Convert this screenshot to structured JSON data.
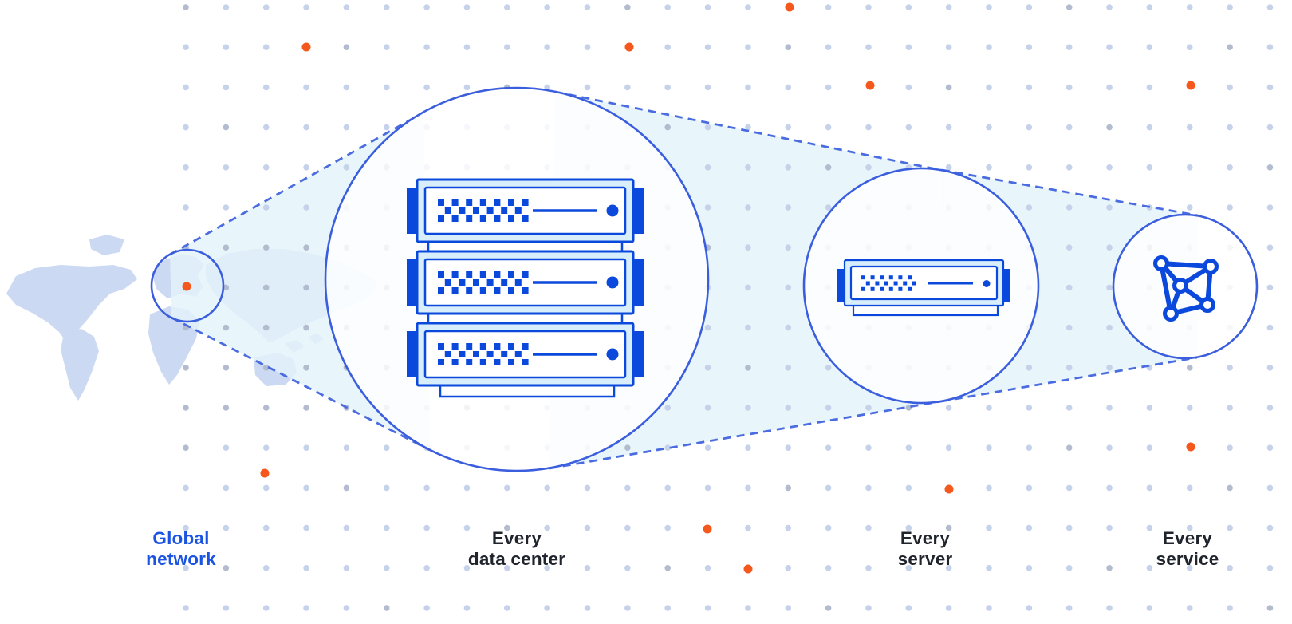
{
  "figure": {
    "type": "zoom-progression-diagram",
    "description_visible_text_only": true
  },
  "stages": [
    {
      "name": "global-network",
      "label": "Global\nnetwork",
      "label_color": "#1b54e2",
      "icon": "world-map-highlight-icon"
    },
    {
      "name": "every-data-center",
      "label": "Every\ndata center",
      "label_color": "#20242c",
      "icon": "server-stack-icon"
    },
    {
      "name": "every-server",
      "label": "Every\nserver",
      "label_color": "#20242c",
      "icon": "server-icon"
    },
    {
      "name": "every-service",
      "label": "Every\nservice",
      "label_color": "#20242c",
      "icon": "service-mesh-icon"
    }
  ],
  "colors": {
    "background": "#ffffff",
    "accent_orange": "#f4581c",
    "circle_stroke": "#3a5ede",
    "dash_stroke": "#4a6ce0",
    "server_blue": "#0b49dc",
    "server_frame": "#d9eefb",
    "beam_fill": "#e3f3f9",
    "dot": "#c6d1ea",
    "dot_dark": "#b2bcce",
    "map_fill": "#ccd9f2"
  }
}
